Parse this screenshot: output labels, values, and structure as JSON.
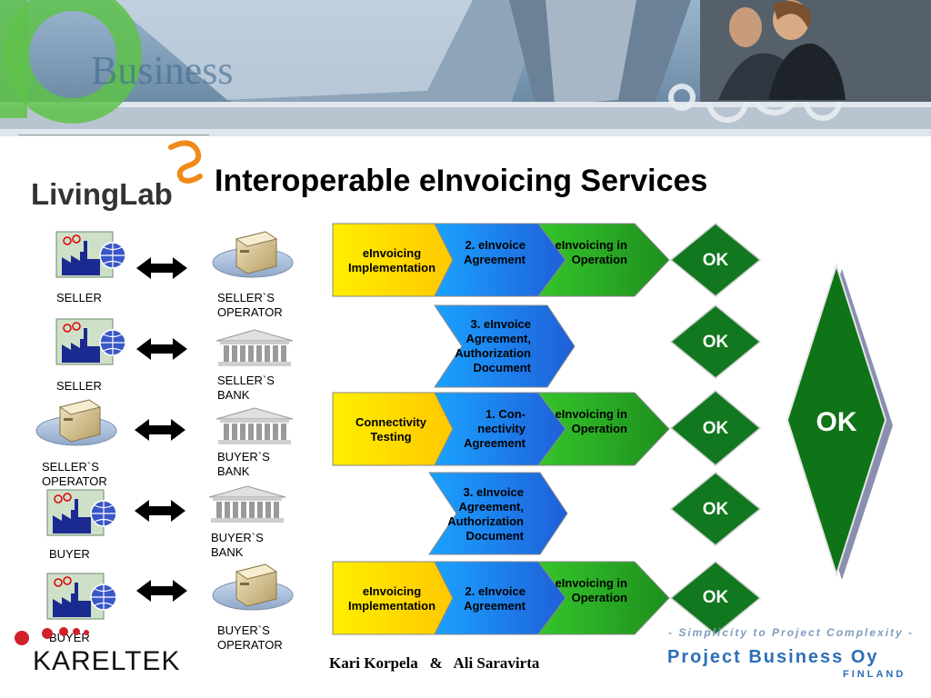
{
  "banner": {
    "logo_text": "Business"
  },
  "title": "Interoperable eInvoicing Services",
  "logos": {
    "livinglab": "LivingLab",
    "kareltek": "KARELTEK",
    "tagline": "- Simplicity to Project Complexity -",
    "company": "Project Business Oy",
    "country": "FINLAND"
  },
  "footer": "Kari Korpela   &   Ali Saravirta",
  "parties": [
    {
      "left": "SELLER",
      "right": "SELLER`S OPERATOR"
    },
    {
      "left": "SELLER",
      "right": "SELLER`S BANK"
    },
    {
      "left": "SELLER`S OPERATOR",
      "right": "BUYER`S BANK"
    },
    {
      "left": "BUYER",
      "right": "BUYER`S BANK"
    },
    {
      "left": "BUYER",
      "right": "BUYER`S OPERATOR"
    }
  ],
  "process_rows": [
    {
      "steps": [
        "eInvoicing Implementation",
        "2. eInvoice Agreement",
        "eInvoicing in Operation"
      ],
      "status": "OK"
    },
    {
      "steps": [
        "3. eInvoice Agreement, Authorization Document"
      ],
      "status": "OK"
    },
    {
      "steps": [
        "Connectivity Testing",
        "1. Con- nectivity Agreement",
        "eInvoicing in Operation"
      ],
      "status": "OK"
    },
    {
      "steps": [
        "3. eInvoice Agreement, Authorization Document"
      ],
      "status": "OK"
    },
    {
      "steps": [
        "eInvoicing Implementation",
        "2. eInvoice Agreement",
        "eInvoicing in Operation"
      ],
      "status": "OK"
    }
  ],
  "overall_status": "OK",
  "colors": {
    "yellow": "#ffe500",
    "blue": "#1f7fe8",
    "green": "#2fa82f",
    "ok_green": "#11781f",
    "big_ok": "#0f7317"
  }
}
